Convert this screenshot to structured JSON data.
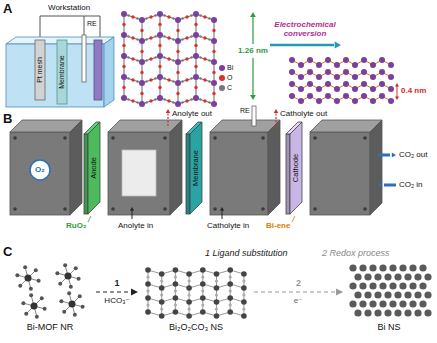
{
  "diagram": {
    "nodes": [
      {
        "text": [
          "Bi-MOF NR"
        ]
      },
      {
        "text": [
          "Bi₂O₂CO₃ NS"
        ]
      },
      {
        "text": [
          "Bi NS"
        ]
      }
    ],
    "edges": [
      {
        "from": 0,
        "to": 1,
        "arrow": "to",
        "label": "1"
      },
      {
        "from": 1,
        "to": 2,
        "arrow": "to",
        "label": "2"
      }
    ],
    "labels": [
      "A",
      "Workstation",
      "Pt mesh",
      "Membrane",
      "RE",
      "1.26 nm",
      "Electrochemical conversion",
      "0.4 nm",
      "B",
      "Anolyte out",
      "Catholyte out",
      "RE",
      "O₂",
      "Anode",
      "RuO₂",
      "Anolyte in",
      "Membrane",
      "Catholyte in",
      "Bi-ene",
      "Cathode",
      "CO₂ out",
      "CO₂ in",
      "C",
      "1 Ligand substitution",
      "2 Redox process",
      "HCO₃⁻",
      "e⁻"
    ],
    "legend": [
      {
        "text": "Bi",
        "color": "#7b3fa0"
      },
      {
        "text": "O",
        "color": "#e0302a"
      },
      {
        "text": "C",
        "color": "#777777"
      }
    ]
  }
}
